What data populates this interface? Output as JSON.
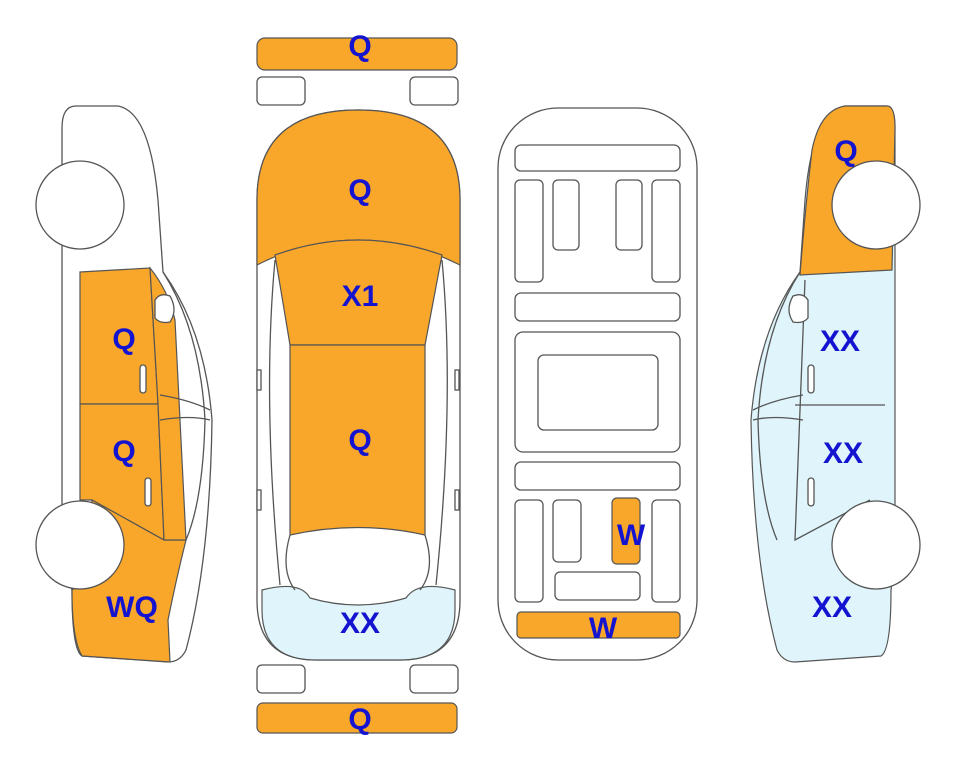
{
  "colors": {
    "damage_primary": "#F9A72B",
    "damage_secondary": "#DFF5FB",
    "label": "#1414D0"
  },
  "labels": {
    "front_bumper": "Q",
    "hood": "Q",
    "windshield": "X1",
    "roof": "Q",
    "rear_bumper_top": "XX",
    "rear_bumper_bar": "Q",
    "left_front_door": "Q",
    "left_rear_door": "Q",
    "left_rear_fender": "WQ",
    "underbody_center": "W",
    "underbody_rear": "W",
    "right_front_fender": "Q",
    "right_front_door": "XX",
    "right_rear_door": "XX",
    "right_rear_fender": "XX"
  }
}
